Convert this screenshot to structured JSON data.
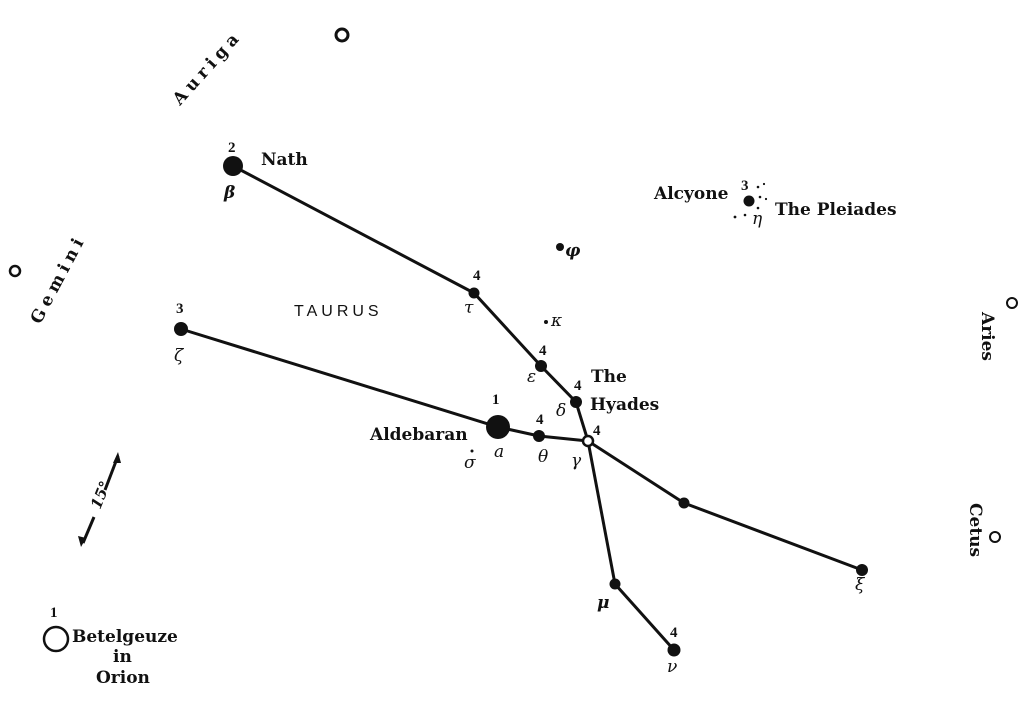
{
  "constellation": "TAURUS",
  "neighbors": {
    "auriga": "Auriga",
    "gemini": "Gemini",
    "aries": "Aries",
    "cetus": "Cetus"
  },
  "named": {
    "nath": "Nath",
    "aldebaran": "Aldebaran",
    "alcyone": "Alcyone",
    "pleiades": "The Pleiades",
    "hyades_1": "The",
    "hyades_2": "Hyades",
    "betelgeuze_1": "Betelgeuze",
    "betelgeuze_2": "in",
    "betelgeuze_3": "Orion"
  },
  "greek": {
    "beta": "β",
    "zeta": "ζ",
    "tau": "τ",
    "epsilon": "ε",
    "delta": "δ",
    "gamma": "γ",
    "theta": "θ",
    "alpha": "a",
    "sigma": "σ",
    "phi": "φ",
    "kappa": "κ",
    "mu": "μ",
    "nu": "ν",
    "xi": "ξ",
    "eta": "η"
  },
  "magnitudes": {
    "beta": "2",
    "zeta": "3",
    "tau": "4",
    "epsilon": "4",
    "delta": "4",
    "gamma": "4",
    "theta": "4",
    "alpha": "1",
    "alcyone": "3",
    "nu": "4",
    "betelgeuze": "1"
  },
  "scale": "15°"
}
